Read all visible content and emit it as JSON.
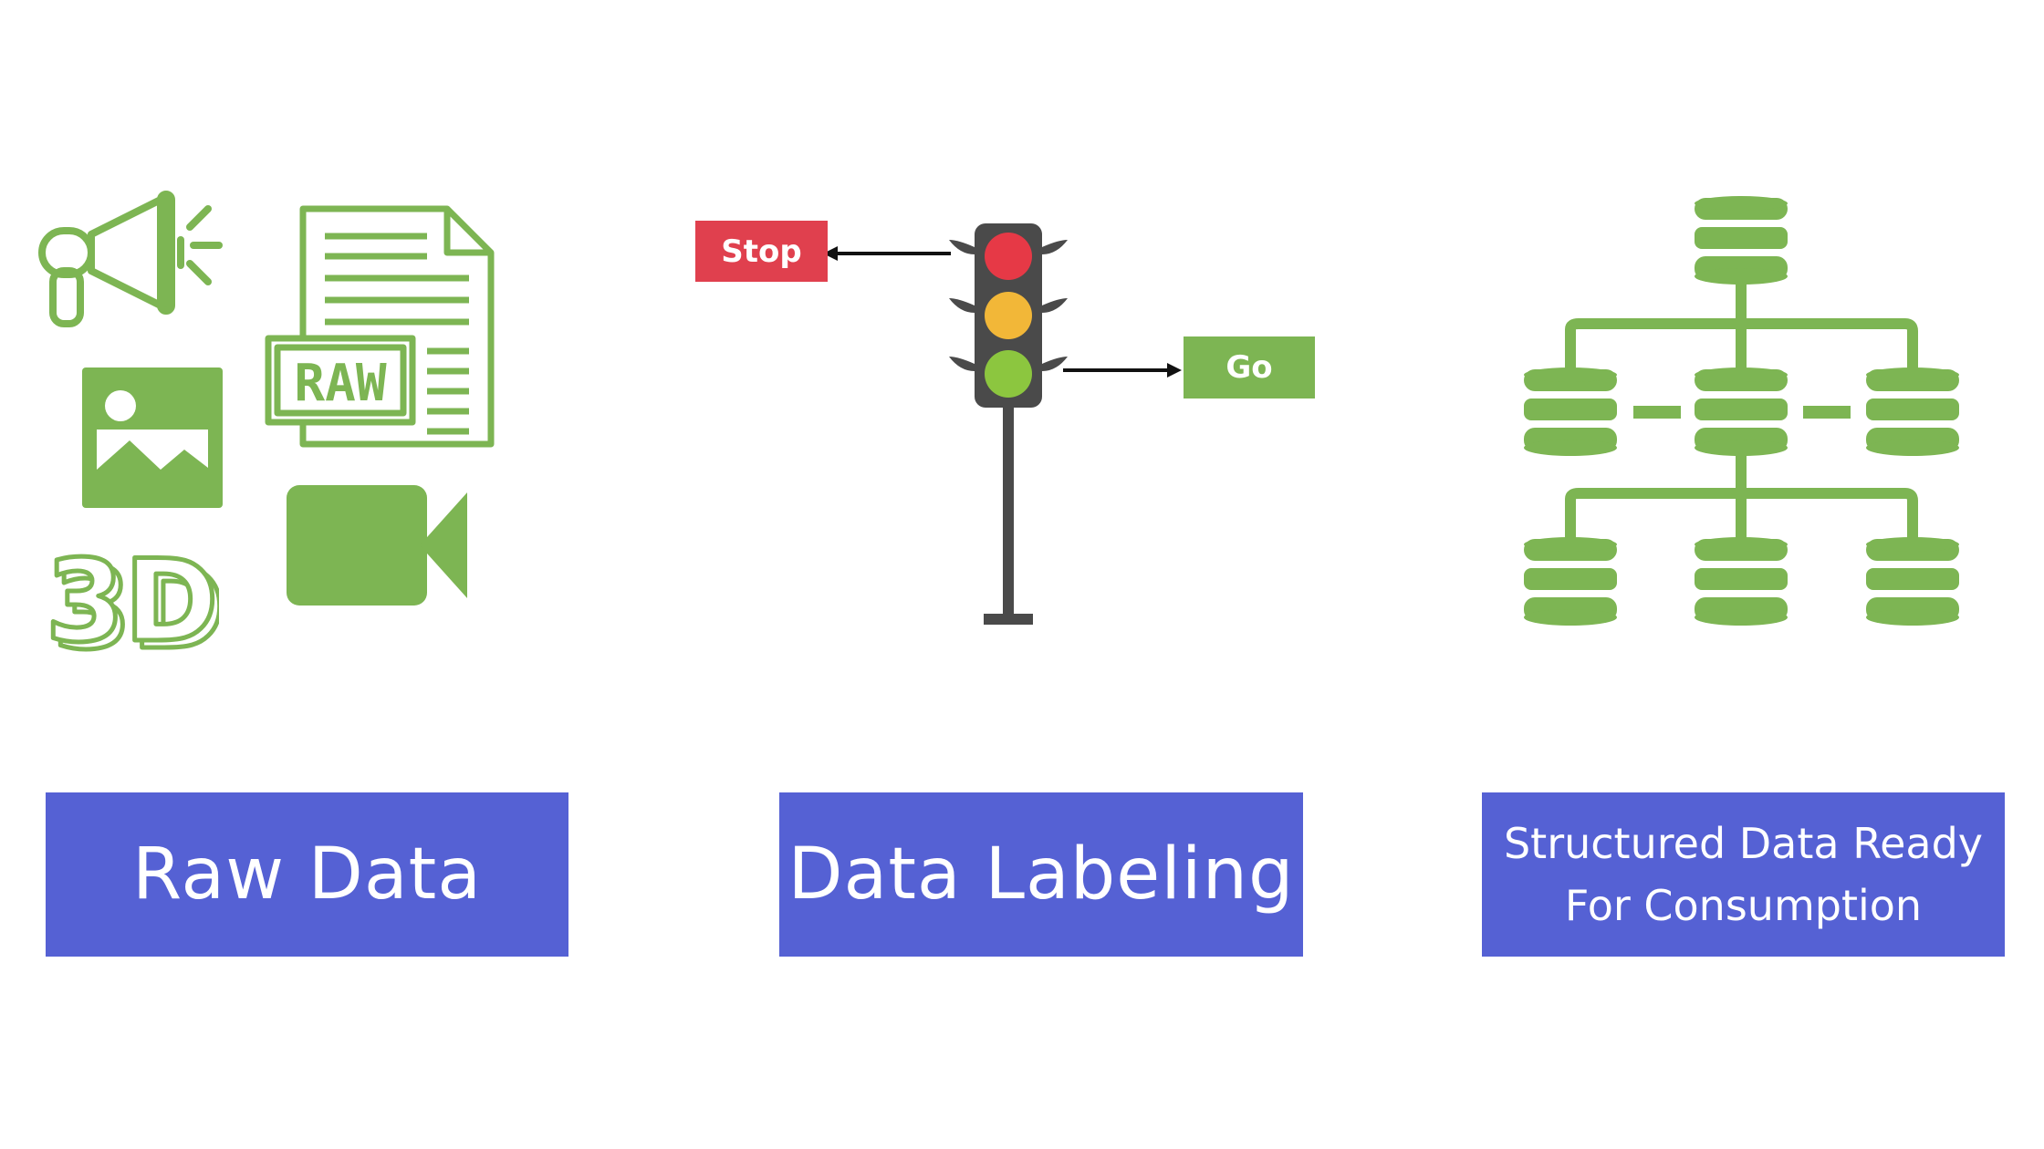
{
  "colors": {
    "accent_green": "#7db553",
    "box_blue": "#5561d4",
    "stop_red": "#e0404e",
    "go_green": "#7db553",
    "light_red": "#e63946",
    "light_amber": "#f2b738",
    "light_green": "#8cc63f",
    "pole_gray": "#4a4a4a"
  },
  "icons": {
    "raw": [
      "megaphone-icon",
      "raw-file-icon",
      "image-icon",
      "video-camera-icon",
      "3d-icon"
    ],
    "labeling": [
      "traffic-light-icon"
    ],
    "structured": [
      "database-hierarchy-icon"
    ]
  },
  "raw_file": {
    "label": "RAW"
  },
  "icon_3d": {
    "label": "3D"
  },
  "signals": {
    "stop": "Stop",
    "go": "Go"
  },
  "stages": {
    "raw": {
      "title": "Raw Data"
    },
    "labeling": {
      "title": "Data Labeling"
    },
    "structured": {
      "line1": "Structured Data Ready",
      "line2": "For Consumption"
    }
  }
}
